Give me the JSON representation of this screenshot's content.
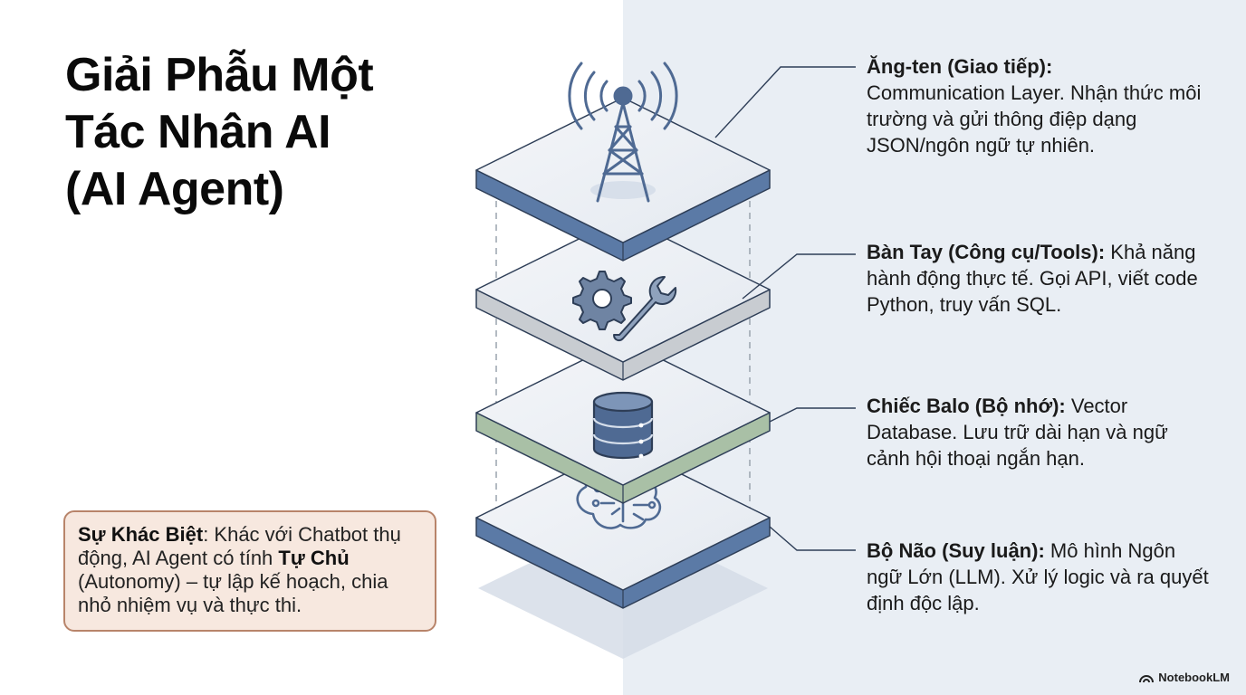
{
  "title": {
    "line1": "Giải Phẫu Một",
    "line2": "Tác Nhân AI",
    "line3": "(AI Agent)"
  },
  "callout": {
    "term": "Sự Khác Biệt",
    "text_a": ": Khác với Chatbot thụ động, AI Agent có tính ",
    "bold_b": "Tự Chủ",
    "text_c": " (Autonomy) – tự lập kế hoạch, chia nhỏ nhiệm vụ và thực thi."
  },
  "layers": [
    {
      "heading": "Ăng-ten (Giao tiếp):",
      "description": "Communication Layer. Nhận thức môi trường và gửi thông điệp dạng JSON/ngôn ngữ tự nhiên.",
      "icon": "antenna-tower-icon",
      "edge_color": "#5b7aa6"
    },
    {
      "heading": "Bàn Tay (Công cụ/Tools):",
      "description": " Khả năng hành động thực tế. Gọi API, viết code Python, truy vấn SQL.",
      "icon": "gear-wrench-icon",
      "edge_color": "#9ea4ab"
    },
    {
      "heading": "Chiếc Balo (Bộ nhớ):",
      "description": " Vector Database. Lưu trữ dài hạn và ngữ cảnh hội thoại ngắn hạn.",
      "icon": "database-icon",
      "edge_color": "#8aa688"
    },
    {
      "heading": "Bộ Não (Suy luận):",
      "description": " Mô hình Ngôn ngữ Lớn (LLM). Xử lý logic và ra quyết định độc lập.",
      "icon": "brain-circuit-icon",
      "edge_color": "#5b7aa6"
    }
  ],
  "brand": {
    "label": "NotebookLM",
    "icon": "notebooklm-logo-icon"
  },
  "colors": {
    "left_bg": "#ffffff",
    "right_bg": "#e9eef4",
    "callout_bg": "#f7e8df",
    "callout_border": "#b8846a",
    "icon_color": "#4f6a93"
  }
}
